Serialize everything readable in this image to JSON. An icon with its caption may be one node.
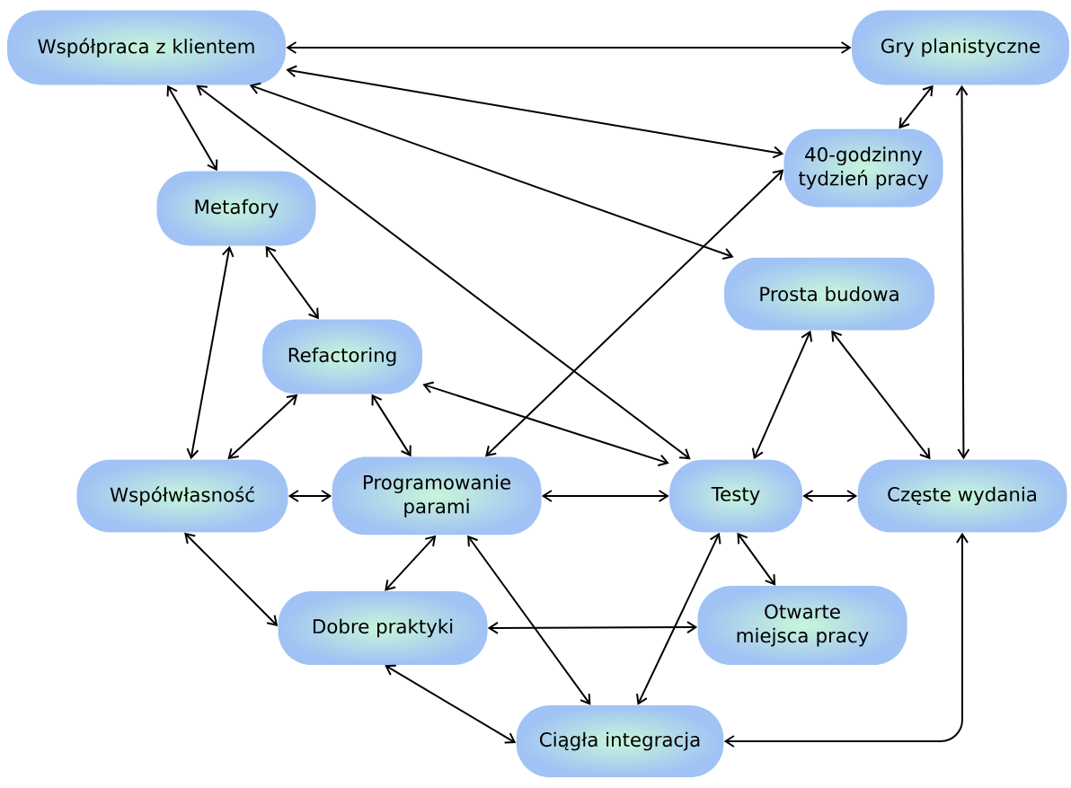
{
  "diagram": {
    "nodes": [
      {
        "text": [
          "Współpraca z klientem"
        ]
      },
      {
        "text": [
          "Gry planistyczne"
        ]
      },
      {
        "text": [
          "40-godzinny tydzień pracy"
        ]
      },
      {
        "text": [
          "Metafory"
        ]
      },
      {
        "text": [
          "Prosta budowa"
        ]
      },
      {
        "text": [
          "Refactoring"
        ]
      },
      {
        "text": [
          "Współwłasność"
        ]
      },
      {
        "text": [
          "Programowanie parami"
        ]
      },
      {
        "text": [
          "Testy"
        ]
      },
      {
        "text": [
          "Częste wydania"
        ]
      },
      {
        "text": [
          "Dobre praktyki"
        ]
      },
      {
        "text": [
          "Otwarte miejsca pracy"
        ]
      },
      {
        "text": [
          "Ciągła integracja"
        ]
      }
    ],
    "edges": [
      {
        "from": 0,
        "to": 1,
        "arrow": "both"
      },
      {
        "from": 0,
        "to": 2,
        "arrow": "both"
      },
      {
        "from": 0,
        "to": 4,
        "arrow": "both"
      },
      {
        "from": 0,
        "to": 8,
        "arrow": "both"
      },
      {
        "from": 0,
        "to": 3,
        "arrow": "both"
      },
      {
        "from": 1,
        "to": 2,
        "arrow": "both"
      },
      {
        "from": 1,
        "to": 9,
        "arrow": "both"
      },
      {
        "from": 7,
        "to": 2,
        "arrow": "both"
      },
      {
        "from": 3,
        "to": 5,
        "arrow": "both"
      },
      {
        "from": 3,
        "to": 6,
        "arrow": "both"
      },
      {
        "from": 4,
        "to": 8,
        "arrow": "both"
      },
      {
        "from": 4,
        "to": 9,
        "arrow": "both"
      },
      {
        "from": 5,
        "to": 8,
        "arrow": "both"
      },
      {
        "from": 5,
        "to": 6,
        "arrow": "both"
      },
      {
        "from": 5,
        "to": 7,
        "arrow": "both"
      },
      {
        "from": 6,
        "to": 7,
        "arrow": "both"
      },
      {
        "from": 6,
        "to": 10,
        "arrow": "both"
      },
      {
        "from": 7,
        "to": 8,
        "arrow": "both"
      },
      {
        "from": 7,
        "to": 10,
        "arrow": "both"
      },
      {
        "from": 7,
        "to": 12,
        "arrow": "both"
      },
      {
        "from": 8,
        "to": 9,
        "arrow": "both"
      },
      {
        "from": 8,
        "to": 11,
        "arrow": "both"
      },
      {
        "from": 8,
        "to": 12,
        "arrow": "both"
      },
      {
        "from": 10,
        "to": 11,
        "arrow": "both"
      },
      {
        "from": 10,
        "to": 12,
        "arrow": "both"
      },
      {
        "from": 12,
        "to": 9,
        "arrow": "both"
      }
    ]
  }
}
